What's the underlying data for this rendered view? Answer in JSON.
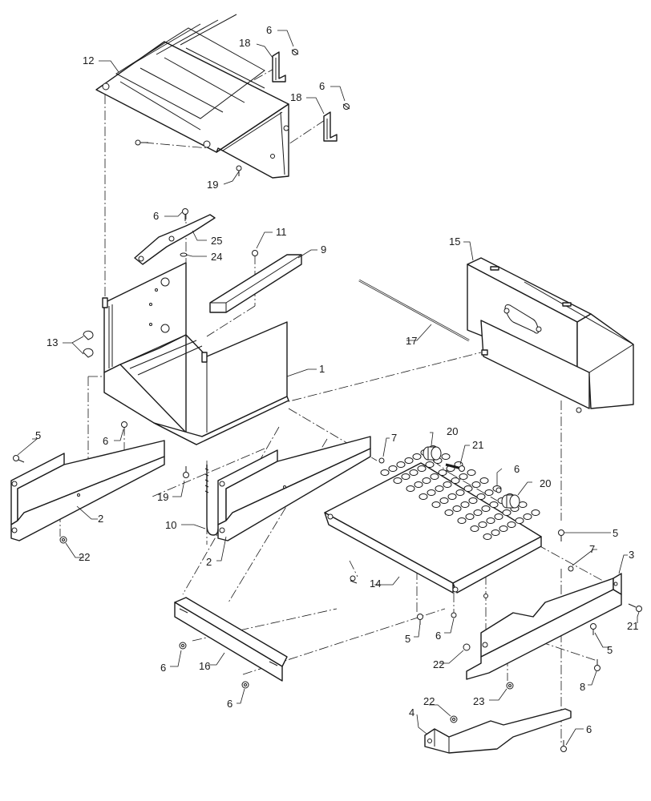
{
  "callouts": {
    "c1": "1",
    "c2a": "2",
    "c2b": "2",
    "c3": "3",
    "c4": "4",
    "c5a": "5",
    "c5b": "5",
    "c5c": "5",
    "c5d": "5",
    "c6a": "6",
    "c6b": "6",
    "c6c": "6",
    "c6d": "6",
    "c6e": "6",
    "c6f": "6",
    "c6g": "6",
    "c6h": "6",
    "c6i": "6",
    "c7a": "7",
    "c7b": "7",
    "c8": "8",
    "c9": "9",
    "c10": "10",
    "c11": "11",
    "c12": "12",
    "c13": "13",
    "c14": "14",
    "c15": "15",
    "c16": "16",
    "c17": "17",
    "c18a": "18",
    "c18b": "18",
    "c19a": "19",
    "c19b": "19",
    "c20a": "20",
    "c20b": "20",
    "c21a": "21",
    "c21b": "21",
    "c22a": "22",
    "c22b": "22",
    "c22c": "22",
    "c23": "23",
    "c24": "24",
    "c25": "25"
  }
}
